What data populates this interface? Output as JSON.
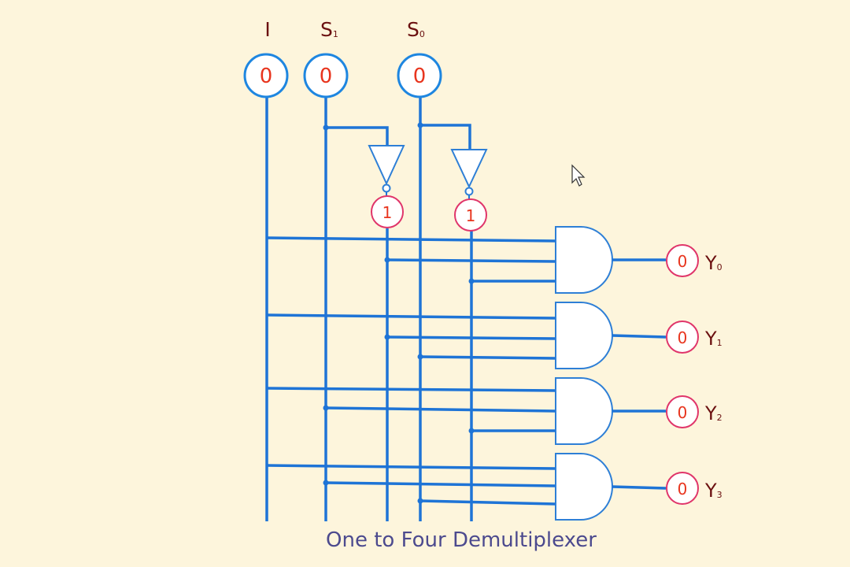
{
  "inputs": {
    "i": {
      "name": "I",
      "value": "0"
    },
    "s1": {
      "name": "S",
      "sub": "1",
      "value": "0"
    },
    "s0": {
      "name": "S",
      "sub": "0",
      "value": "0"
    }
  },
  "inverters": {
    "not_s1": {
      "value": "1"
    },
    "not_s0": {
      "value": "1"
    }
  },
  "outputs": [
    {
      "name": "Y",
      "sub": "0",
      "value": "0"
    },
    {
      "name": "Y",
      "sub": "1",
      "value": "0"
    },
    {
      "name": "Y",
      "sub": "2",
      "value": "0"
    },
    {
      "name": "Y",
      "sub": "3",
      "value": "0"
    }
  ],
  "caption": "One to Four Demultiplexer",
  "colors": {
    "wire": "#1e74d6",
    "input_bubble": "#1e86e0",
    "output_bubble": "#e0356a",
    "value_text": "#e8351e",
    "background": "#fdf5dc"
  }
}
